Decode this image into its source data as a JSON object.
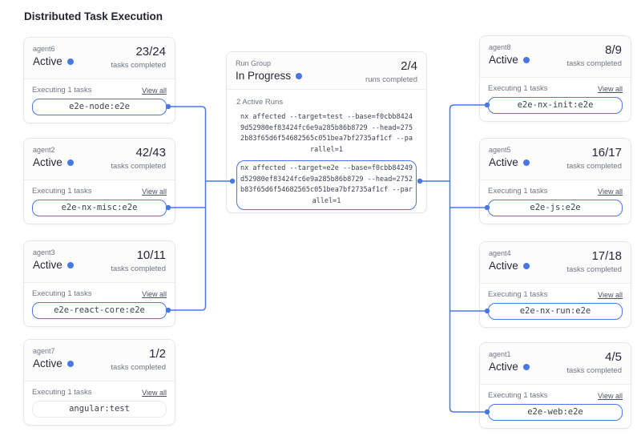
{
  "page": {
    "title": "Distributed Task Execution"
  },
  "labels": {
    "tasks_completed": "tasks completed",
    "executing": "Executing 1 tasks",
    "view_all": "View all"
  },
  "run_group": {
    "label": "Run Group",
    "status": "In Progress",
    "progress": "2/4",
    "progress_label": "runs completed",
    "active_runs_label": "2 Active Runs",
    "runs": [
      {
        "command": "nx affected --target=test --base=f0cbb84249d52980ef83424fc6e9a285b86b8729 --head=2752b83f65d6f54682565c051bea7bf2735af1cf --parallel=1",
        "highlighted": false
      },
      {
        "command": "nx affected --target=e2e --base=f0cbb84249d52980ef83424fc6e9a285b86b8729 --head=2752b83f65d6f54682565c051bea7bf2735af1cf --parallel=1",
        "highlighted": true
      }
    ]
  },
  "agents": [
    {
      "name": "agent6",
      "status": "Active",
      "completed": "23/24",
      "task": "e2e-node:e2e"
    },
    {
      "name": "agent2",
      "status": "Active",
      "completed": "42/43",
      "task": "e2e-nx-misc:e2e"
    },
    {
      "name": "agent3",
      "status": "Active",
      "completed": "10/11",
      "task": "e2e-react-core:e2e"
    },
    {
      "name": "agent7",
      "status": "Active",
      "completed": "1/2",
      "task": "angular:test"
    },
    {
      "name": "agent8",
      "status": "Active",
      "completed": "8/9",
      "task": "e2e-nx-init:e2e"
    },
    {
      "name": "agent5",
      "status": "Active",
      "completed": "16/17",
      "task": "e2e-js:e2e"
    },
    {
      "name": "agent4",
      "status": "Active",
      "completed": "17/18",
      "task": "e2e-nx-run:e2e"
    },
    {
      "name": "agent1",
      "status": "Active",
      "completed": "4/5",
      "task": "e2e-web:e2e"
    }
  ],
  "colors": {
    "accent": "#4a77e8",
    "card_border": "#e3e6eb",
    "muted_text": "#6e7683"
  }
}
